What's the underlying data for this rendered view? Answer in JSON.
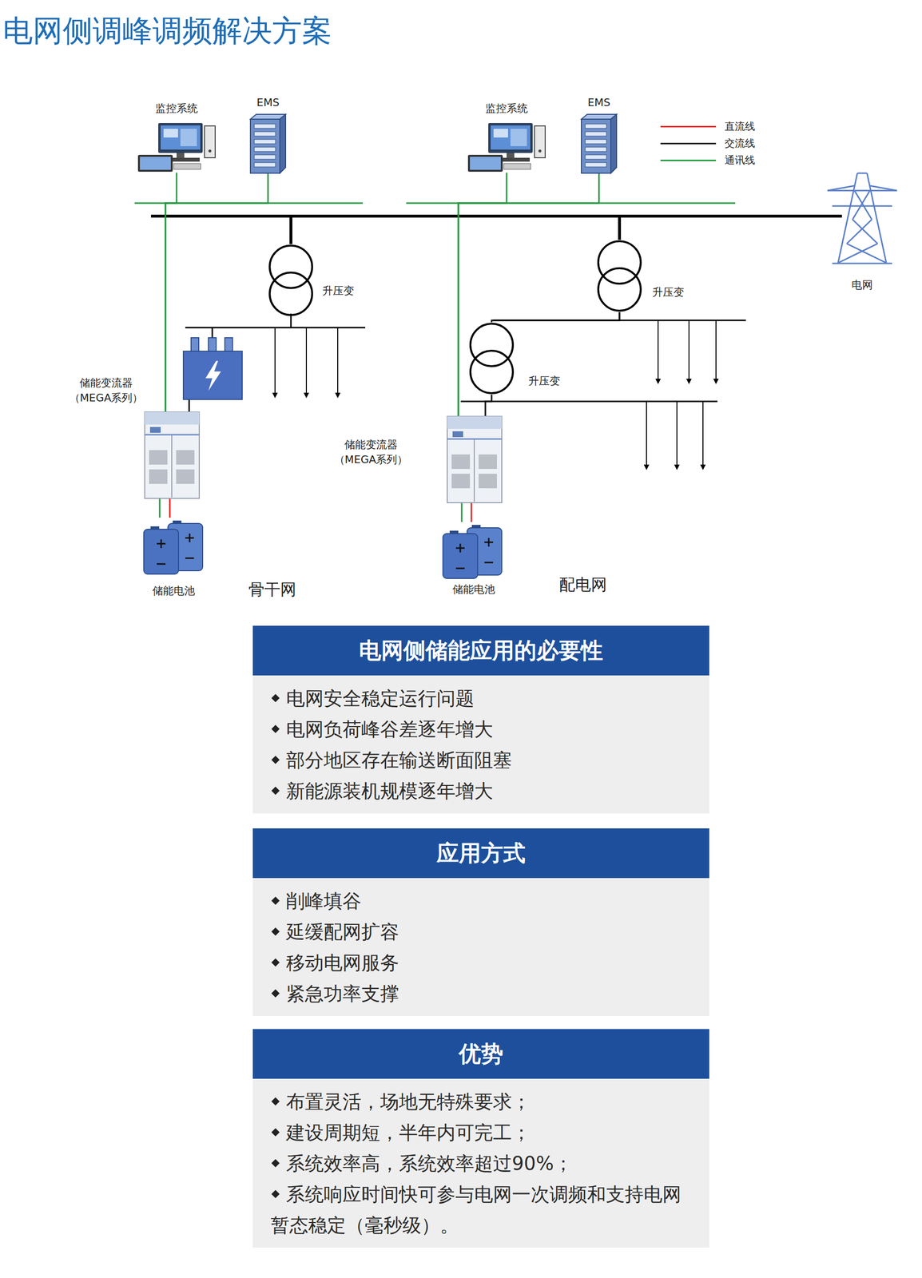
{
  "diagram": {
    "title": "电网侧调峰调频解决方案",
    "nodes": [
      {
        "text": [
          "监控系统"
        ]
      },
      {
        "text": [
          "EMS"
        ]
      },
      {
        "text": [
          "监控系统"
        ]
      },
      {
        "text": [
          "EMS"
        ]
      },
      {
        "text": [
          "升压变"
        ]
      },
      {
        "text": [
          "升压变"
        ]
      },
      {
        "text": [
          "升压变"
        ]
      },
      {
        "text": [
          "电网"
        ]
      },
      {
        "text": [
          "储能变流器 （MEGA系列）"
        ]
      },
      {
        "text": [
          "储能变流器 （MEGA系列）"
        ]
      },
      {
        "text": [
          "储能电池"
        ]
      },
      {
        "text": [
          "储能电池"
        ]
      },
      {
        "text": [
          "电网侧储能应用的必要性",
          "电网安全稳定运行问题",
          "电网负荷峰谷差逐年增大",
          "部分地区存在输送断面阻塞",
          "新能源装机规模逐年增大"
        ]
      },
      {
        "text": [
          "应用方式",
          "削峰填谷",
          "延缓配网扩容",
          "移动电网服务",
          "紧急功率支撑"
        ]
      },
      {
        "text": [
          "优势",
          "布置灵活，场地无特殊要求；",
          "建设周期短，半年内可完工；",
          "系统效率高，系统效率超过90%；",
          "系统响应时间快可参与电网一次调频和支持电网暂态稳定（毫秒级）。"
        ]
      }
    ],
    "edges": [
      {
        "from": 0,
        "to": 8,
        "arrow": "none"
      },
      {
        "from": 1,
        "to": 8,
        "arrow": "none"
      },
      {
        "from": 8,
        "to": 10,
        "arrow": "none"
      },
      {
        "from": 4,
        "to": 7,
        "arrow": "none"
      },
      {
        "from": 2,
        "to": 9,
        "arrow": "none"
      },
      {
        "from": 3,
        "to": 9,
        "arrow": "none"
      },
      {
        "from": 5,
        "to": 7,
        "arrow": "none"
      },
      {
        "from": 6,
        "to": 5,
        "arrow": "none"
      },
      {
        "from": 9,
        "to": 6,
        "arrow": "none"
      },
      {
        "from": 9,
        "to": 11,
        "arrow": "none"
      }
    ],
    "labels": [
      "骨干网",
      "配电网"
    ],
    "legend": [
      {
        "text": "直流线",
        "color": "#e0201c"
      },
      {
        "text": "交流线",
        "color": "#000000"
      },
      {
        "text": "通讯线",
        "color": "#1f9a3c"
      }
    ]
  }
}
